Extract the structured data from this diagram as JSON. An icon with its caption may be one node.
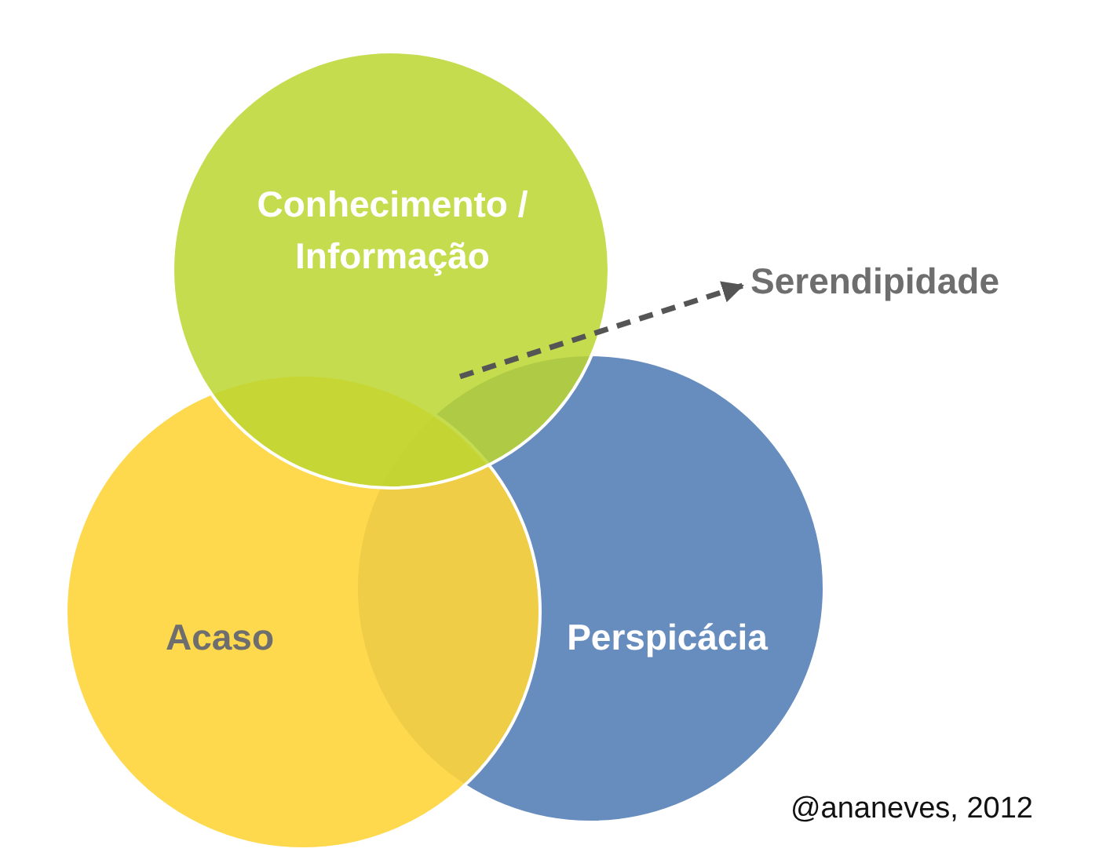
{
  "diagram": {
    "nodes": [
      {
        "text": [
          "Conhecimento / Informação"
        ]
      },
      {
        "text": [
          "Acaso"
        ]
      },
      {
        "text": [
          "Perspicácia"
        ]
      },
      {
        "text": [
          "Serendipidade"
        ]
      }
    ],
    "edges": [
      {
        "from": 0,
        "to": 3,
        "arrow": "to",
        "style": "dashed"
      }
    ],
    "labels": [
      "@ananeves, 2012"
    ]
  }
}
